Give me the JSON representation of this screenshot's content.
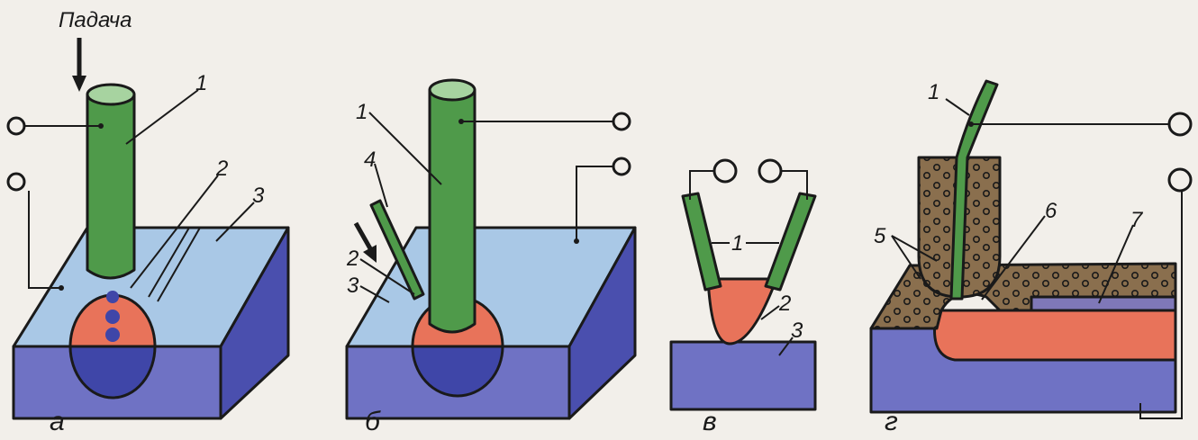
{
  "feed_label": "Падача",
  "panels": {
    "a": {
      "caption": "а",
      "labels": [
        "1",
        "2",
        "3"
      ]
    },
    "b": {
      "caption": "б",
      "labels": [
        "1",
        "4",
        "2",
        "3"
      ]
    },
    "v": {
      "caption": "в",
      "labels": [
        "1",
        "2",
        "3"
      ]
    },
    "g": {
      "caption": "г",
      "labels": [
        "1",
        "5",
        "6",
        "7"
      ]
    }
  },
  "colors": {
    "electrode": "#4f9a4a",
    "weld_pool": "#e8735a",
    "metal_top": "#a9c8e6",
    "metal_front": "#6f72c4",
    "flux": "#8a6f4e"
  }
}
